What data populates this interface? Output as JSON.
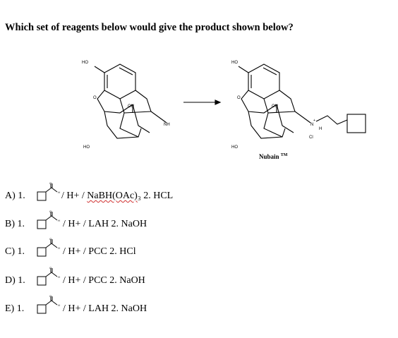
{
  "question": "Which set of reagents below would give the product shown below?",
  "scheme": {
    "reactant_labels": {
      "ho_top": "HO",
      "oh": "OH",
      "nh": "NH",
      "ho_bottom": "HO",
      "o": "O"
    },
    "product_labels": {
      "ho_top": "HO",
      "oh": "OH",
      "n": "N",
      "plus": "+",
      "h": "H",
      "cl": "Cl",
      "ho_bottom": "HO",
      "o": "O"
    },
    "product_name": "Nubain",
    "trademark": "TM"
  },
  "aldehyde_labels": {
    "o": "O",
    "h": "H"
  },
  "options": [
    {
      "letter": "A) 1.",
      "reagents_pre": "/ H+ / ",
      "reagents_mark": "NaBH(OAc)",
      "reagents_post": "₃ 2. HCL"
    },
    {
      "letter": "B) 1.",
      "reagents_pre": "/ H+ / LAH  2. NaOH",
      "reagents_mark": "",
      "reagents_post": ""
    },
    {
      "letter": "C) 1.",
      "reagents_pre": "/ H+ / PCC  2. HCl",
      "reagents_mark": "",
      "reagents_post": ""
    },
    {
      "letter": "D) 1.",
      "reagents_pre": "/ H+ / PCC  2. NaOH",
      "reagents_mark": "",
      "reagents_post": ""
    },
    {
      "letter": "E) 1.",
      "reagents_pre": "/ H+ / LAH  2. NaOH",
      "reagents_mark": "",
      "reagents_post": ""
    }
  ]
}
